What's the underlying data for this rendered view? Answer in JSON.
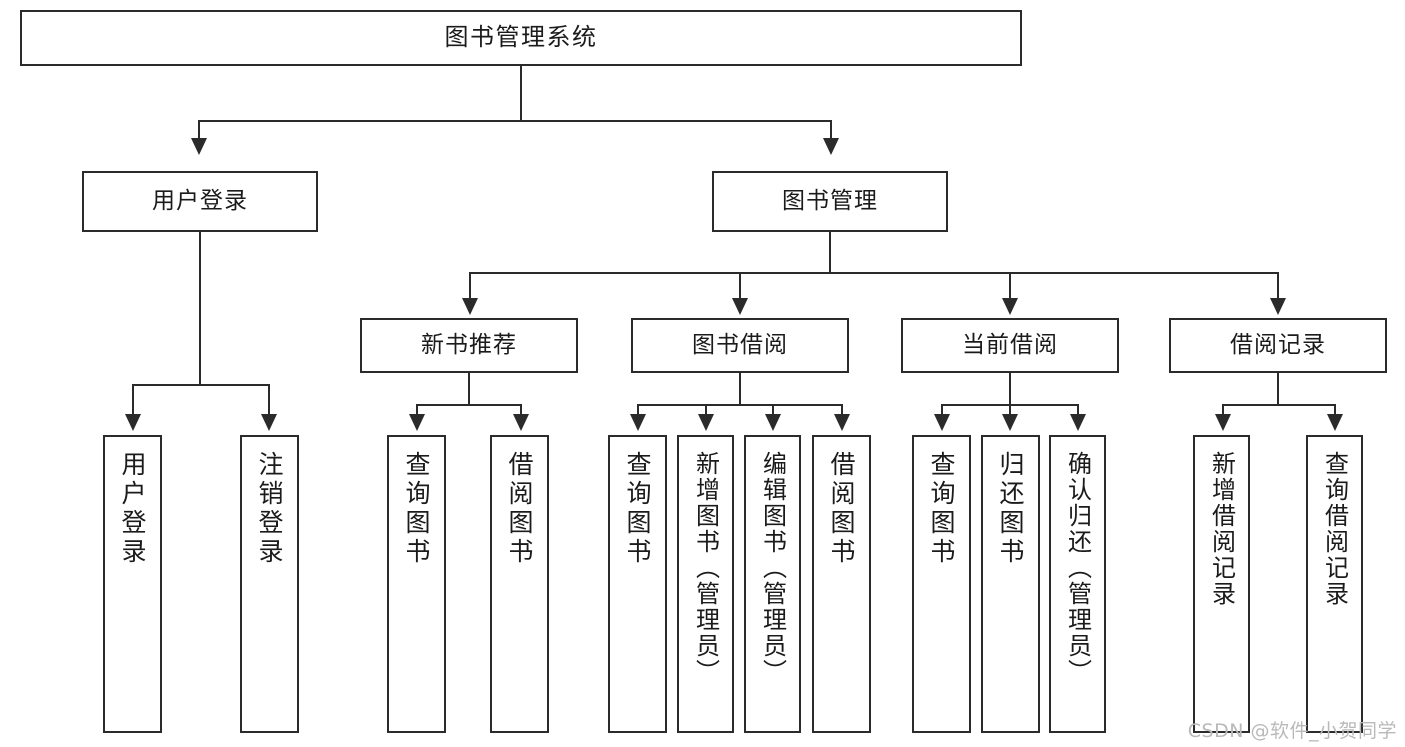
{
  "diagram": {
    "title": "图书管理系统",
    "type": "hierarchy-tree",
    "watermark": "CSDN @软件_小贺同学",
    "colors": {
      "stroke": "#2b2b2b",
      "fill": "#ffffff",
      "text": "#1b1b1b",
      "watermark": "#b9b9b9"
    },
    "root": {
      "label": "图书管理系统"
    },
    "level2": [
      {
        "label": "用户登录"
      },
      {
        "label": "图书管理"
      }
    ],
    "level3": [
      {
        "label": "新书推荐"
      },
      {
        "label": "图书借阅"
      },
      {
        "label": "当前借阅"
      },
      {
        "label": "借阅记录"
      }
    ],
    "leaves": {
      "user_login": [
        {
          "label": "用户登录"
        },
        {
          "label": "注销登录"
        }
      ],
      "new_book": [
        {
          "label": "查询图书"
        },
        {
          "label": "借阅图书"
        }
      ],
      "book_borrow": [
        {
          "label": "查询图书"
        },
        {
          "label": "新增图书（管理员）"
        },
        {
          "label": "编辑图书（管理员）"
        },
        {
          "label": "借阅图书"
        }
      ],
      "current_borrow": [
        {
          "label": "查询图书"
        },
        {
          "label": "归还图书"
        },
        {
          "label": "确认归还（管理员）"
        }
      ],
      "borrow_record": [
        {
          "label": "新增借阅记录"
        },
        {
          "label": "查询借阅记录"
        }
      ]
    }
  }
}
